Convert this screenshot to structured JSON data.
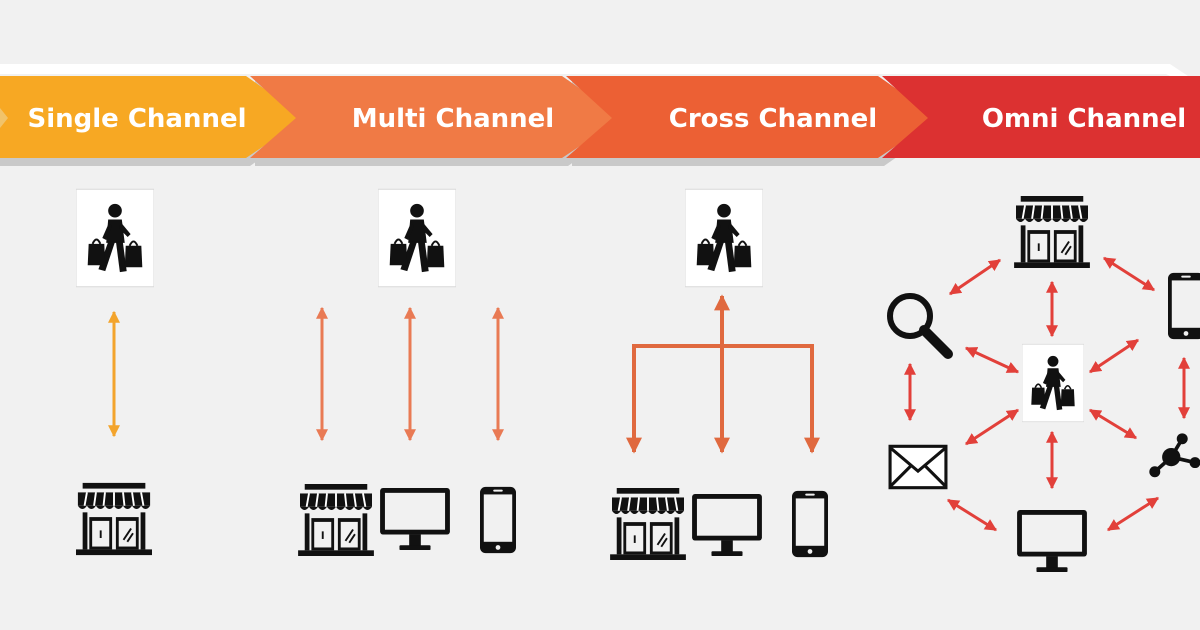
{
  "stages": [
    {
      "label": "Single Channel",
      "color": "#f7a823"
    },
    {
      "label": "Multi Channel",
      "color": "#f07a45"
    },
    {
      "label": "Cross Channel",
      "color": "#ec6034"
    },
    {
      "label": "Omni Channel",
      "color": "#dc3131"
    }
  ],
  "colors": {
    "background": "#f1f1f1",
    "single_arrow": "#f3a42c",
    "multi_arrow": "#e97a54",
    "cross_arrow": "#e0693f",
    "omni_arrow": "#e2403a",
    "icon": "#111111"
  },
  "icons": {
    "shopper": "shopper-icon",
    "store": "store-icon",
    "desktop": "desktop-monitor-icon",
    "phone": "smartphone-icon",
    "search": "magnifier-icon",
    "mail": "envelope-icon",
    "social": "social-network-icon"
  }
}
